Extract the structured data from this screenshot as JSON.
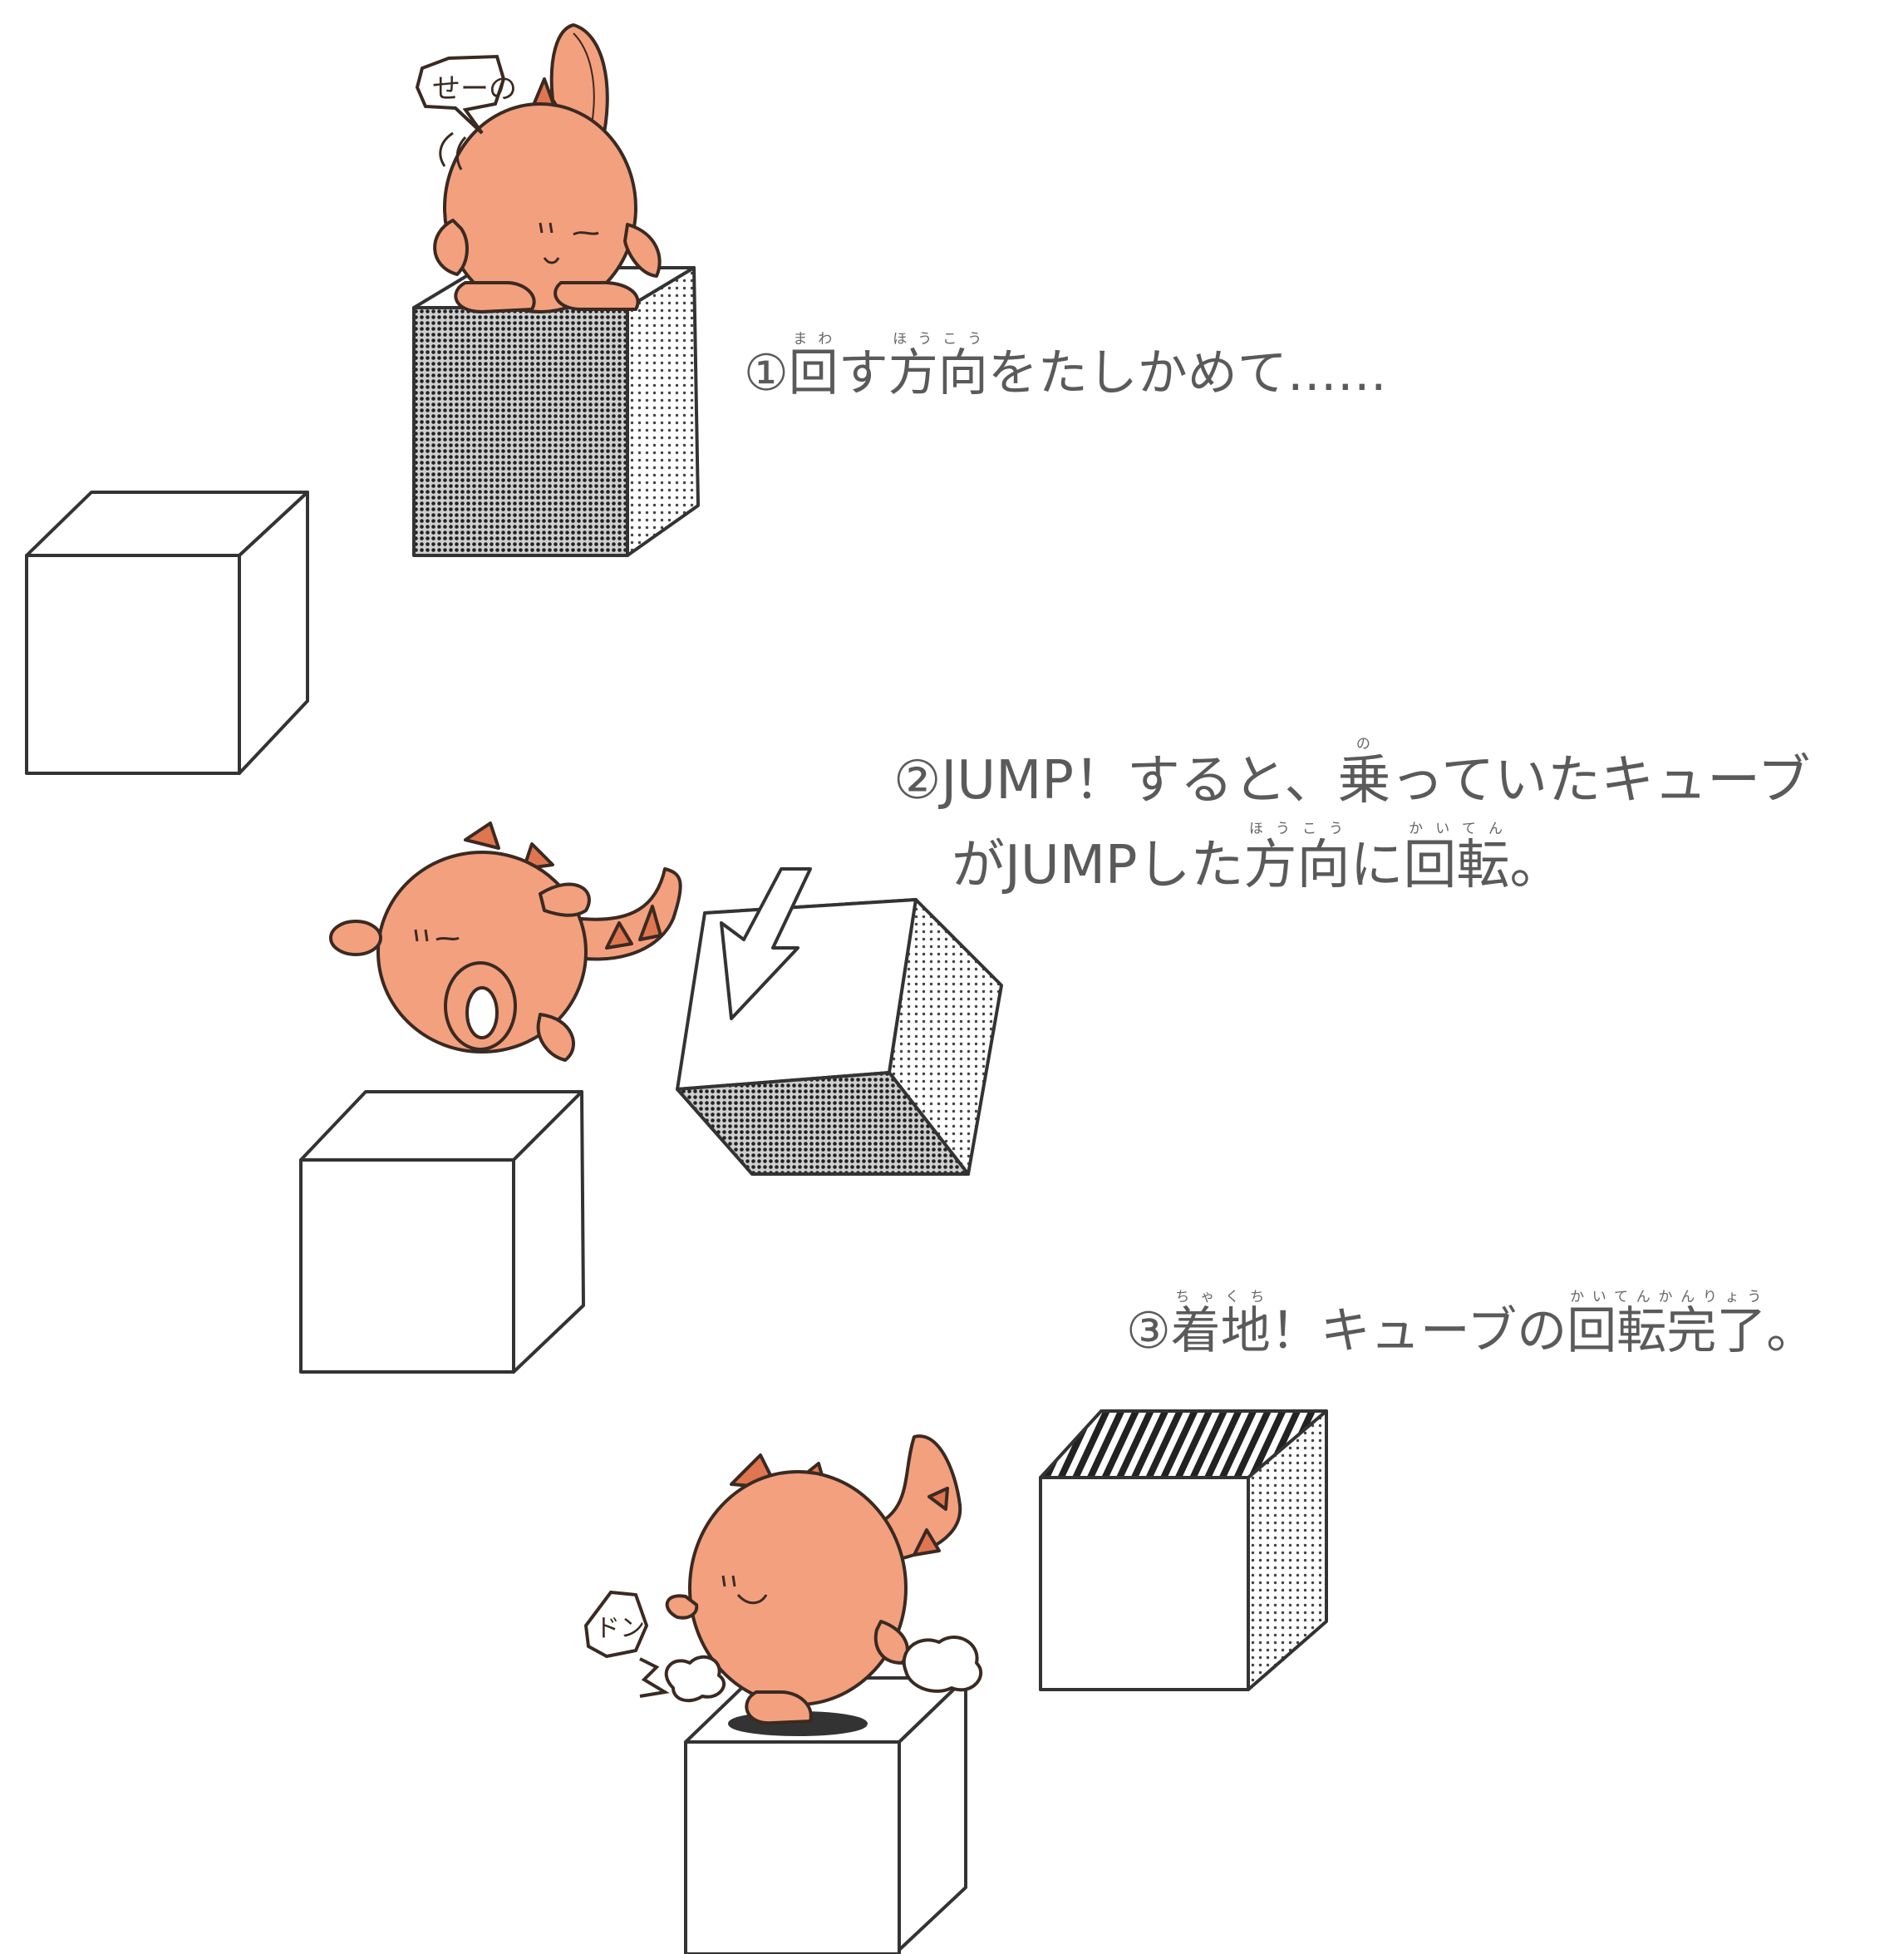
{
  "steps": [
    {
      "marker": "①",
      "segments": [
        {
          "text": "回",
          "ruby": "まわ"
        },
        {
          "text": "す"
        },
        {
          "text": "方向",
          "ruby": "ほうこう"
        },
        {
          "text": "をたしかめて……"
        }
      ]
    },
    {
      "marker": "②",
      "line1": [
        {
          "text": "JUMP！すると、"
        },
        {
          "text": "乗",
          "ruby": "の"
        },
        {
          "text": "っていたキューブ"
        }
      ],
      "line2": [
        {
          "text": "がJUMPした"
        },
        {
          "text": "方向",
          "ruby": "ほうこう"
        },
        {
          "text": "に"
        },
        {
          "text": "回転",
          "ruby": "かいてん"
        },
        {
          "text": "。"
        }
      ]
    },
    {
      "marker": "③",
      "segments": [
        {
          "text": "着地",
          "ruby": "ちゃくち"
        },
        {
          "text": "！キューブの"
        },
        {
          "text": "回転完了",
          "ruby": "かいてんかんりょう"
        },
        {
          "text": "。"
        }
      ]
    }
  ],
  "speech_bubbles": [
    {
      "text": "せーの",
      "kind": "handwritten"
    },
    {
      "text": "ドン",
      "kind": "handwritten"
    }
  ],
  "colors": {
    "character_fill": "#f3a07e",
    "character_outline": "#3a2a22",
    "character_dark": "#e07650",
    "cube_outline": "#333333",
    "caption_text": "#5a5a5a"
  }
}
